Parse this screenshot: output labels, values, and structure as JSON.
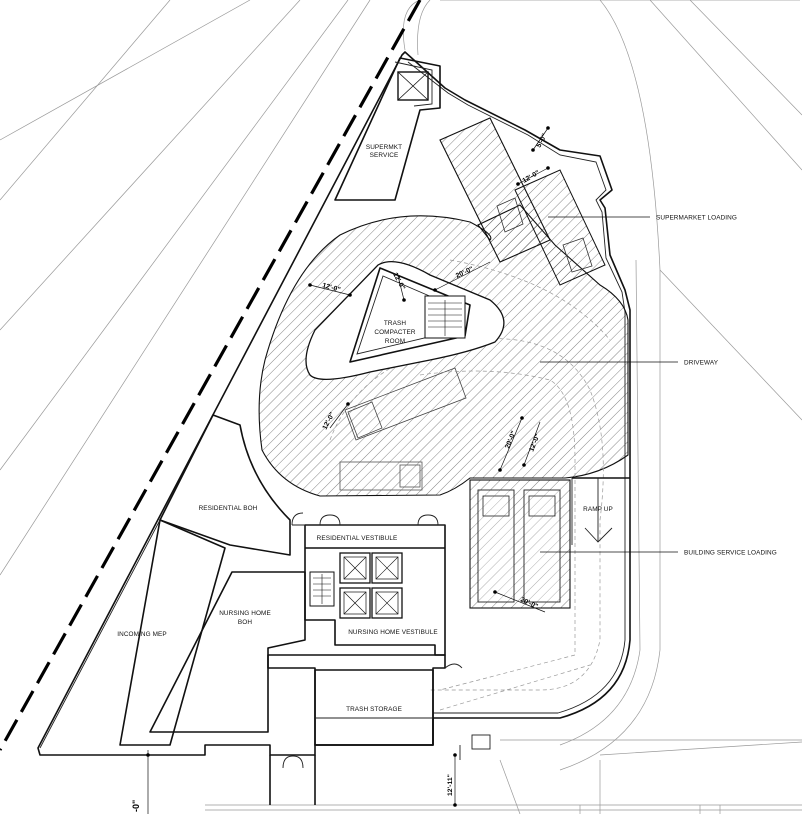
{
  "title": "",
  "rooms": {
    "supermarket_service": [
      "SUPERMKT",
      "SERVICE"
    ],
    "trash_compacter": [
      "TRASH",
      "COMPACTER",
      "ROOM"
    ],
    "residential_boh": "RESIDENTIAL BOH",
    "residential_vestibule": "RESIDENTIAL VESTIBULE",
    "nursing_home_boh": [
      "NURSING HOME",
      "BOH"
    ],
    "nursing_home_vestibule": "NURSING HOME VESTIBULE",
    "incoming_mep": "INCOMING MEP",
    "trash_storage": "TRASH STORAGE",
    "ramp_up": "RAMP UP"
  },
  "callouts": {
    "supermarket_loading": "SUPERMARKET LOADING",
    "driveway": "DRIVEWAY",
    "building_service_loading": "BUILDING SERVICE LOADING"
  },
  "dimensions": {
    "d_top_5": "5'-0\"",
    "d_top_12": "12'-0\"",
    "d_driveway_12_left": "12'-0\"",
    "d_trash_12": "12'-0\"",
    "d_driveway_20": "20'-0\"",
    "d_lower_12": "12'-0\"",
    "d_turn_20": "20'-0\"",
    "d_turn_12": "12'-0\"",
    "d_bsl_20": "20'-0\"",
    "d_bottom_12_11": "12'-11\"",
    "d_left_edge": "-0\""
  }
}
